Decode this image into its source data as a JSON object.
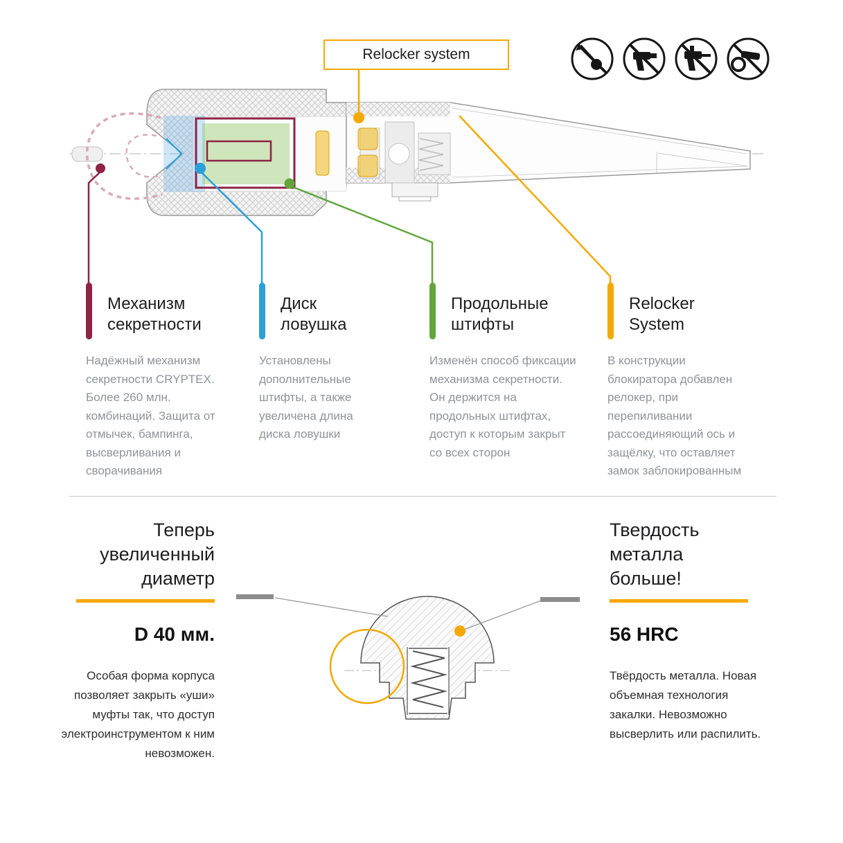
{
  "header": {
    "relocker_box_label": "Relocker system",
    "prohibition_icons": [
      "no-lock-picking-icon",
      "no-drill-icon",
      "no-hammer-drill-icon",
      "no-angle-grinder-icon"
    ]
  },
  "callouts": [
    {
      "title": "Механизм\nсекретности",
      "color": "#8E2344",
      "text": "Надёжный механизм секретности CRYPTEX. Более 260 млн. комбинаций. Защита от отмычек, бампинга, высверливания и сворачивания"
    },
    {
      "title": "Диск\nловушка",
      "color": "#2B9FD8",
      "text": "Установлены дополнительные штифты, а также увеличена длина диска ловушки"
    },
    {
      "title": "Продольные\nштифты",
      "color": "#63A53C",
      "text": "Изменён способ фиксации механизма секретности. Он держится на продольных штифтах, доступ к которым закрыт со всех сторон"
    },
    {
      "title": "Relocker\nSystem",
      "color": "#F5A800",
      "text": "В конструкции блокиратора добавлен релокер, при перепиливании рассоединяющий ось и защёлку, что оставляет замок заблокированным"
    }
  ],
  "bottom": {
    "left": {
      "title": "Теперь\nувеличенный\nдиаметр",
      "value": "D 40 мм.",
      "text": "Особая форма корпуса позволяет закрыть «уши» муфты так, что доступ электроинструментом к ним невозможен."
    },
    "right": {
      "title": "Твердость\nметалла\nбольше!",
      "value": "56 HRC",
      "text": "Твёрдость металла. Новая объемная технология закалки. Невозможно высверлить или распилить."
    }
  },
  "colors": {
    "accent_yellow": "#F5A800",
    "maroon": "#8E2344",
    "blue": "#2B9FD8",
    "green": "#63A53C"
  }
}
